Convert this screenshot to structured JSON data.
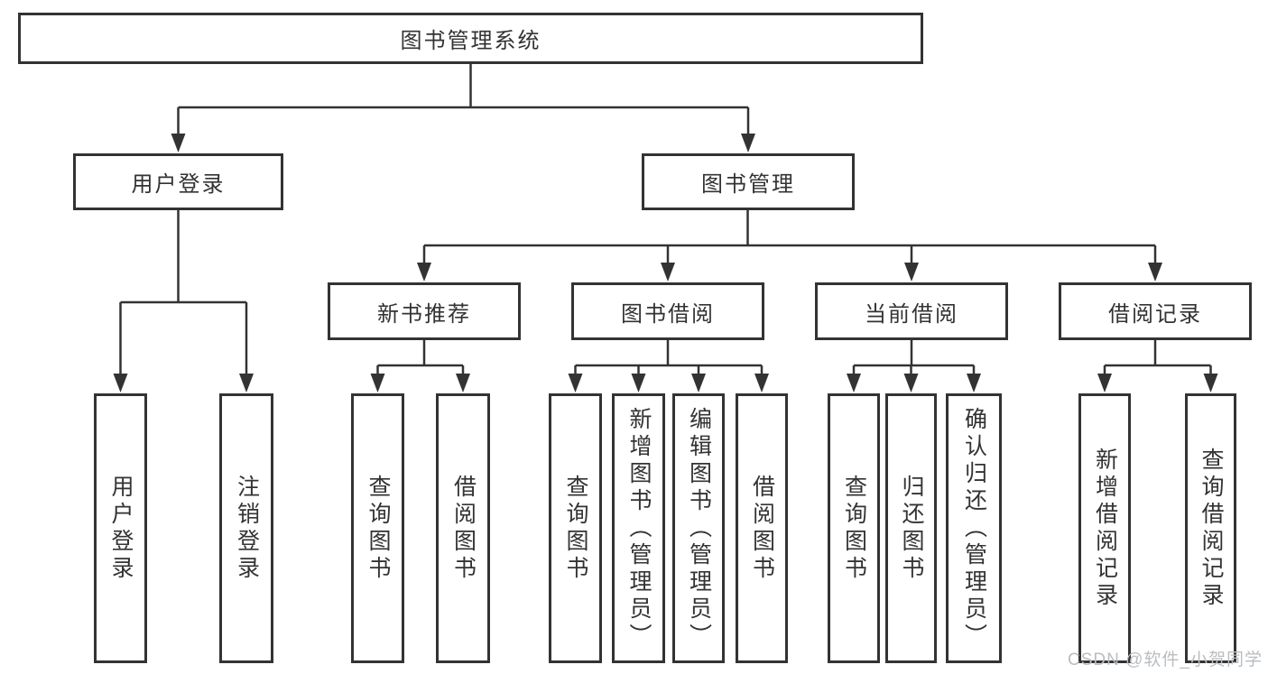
{
  "colors": {
    "line": "#333333",
    "node_border": "#333333",
    "node_text": "#333333",
    "watermark_text": "#b9bdc1",
    "background": "#ffffff"
  },
  "diagram": {
    "root": {
      "label": "图书管理系统"
    },
    "level2": [
      {
        "label": "用户登录"
      },
      {
        "label": "图书管理"
      }
    ],
    "level3": [
      {
        "label": "新书推荐"
      },
      {
        "label": "图书借阅"
      },
      {
        "label": "当前借阅"
      },
      {
        "label": "借阅记录"
      }
    ],
    "leaves": {
      "user_login": [
        "用户登录",
        "注销登录"
      ],
      "new_books": [
        "查询图书",
        "借阅图书"
      ],
      "book_borrow": [
        "查询图书",
        "新增图书（管理员）",
        "编辑图书（管理员）",
        "借阅图书"
      ],
      "current_borrow": [
        "查询图书",
        "归还图书",
        "确认归还（管理员）"
      ],
      "borrow_records": [
        "新增借阅记录",
        "查询借阅记录"
      ]
    }
  },
  "watermark": "CSDN @软件_小贺同学"
}
